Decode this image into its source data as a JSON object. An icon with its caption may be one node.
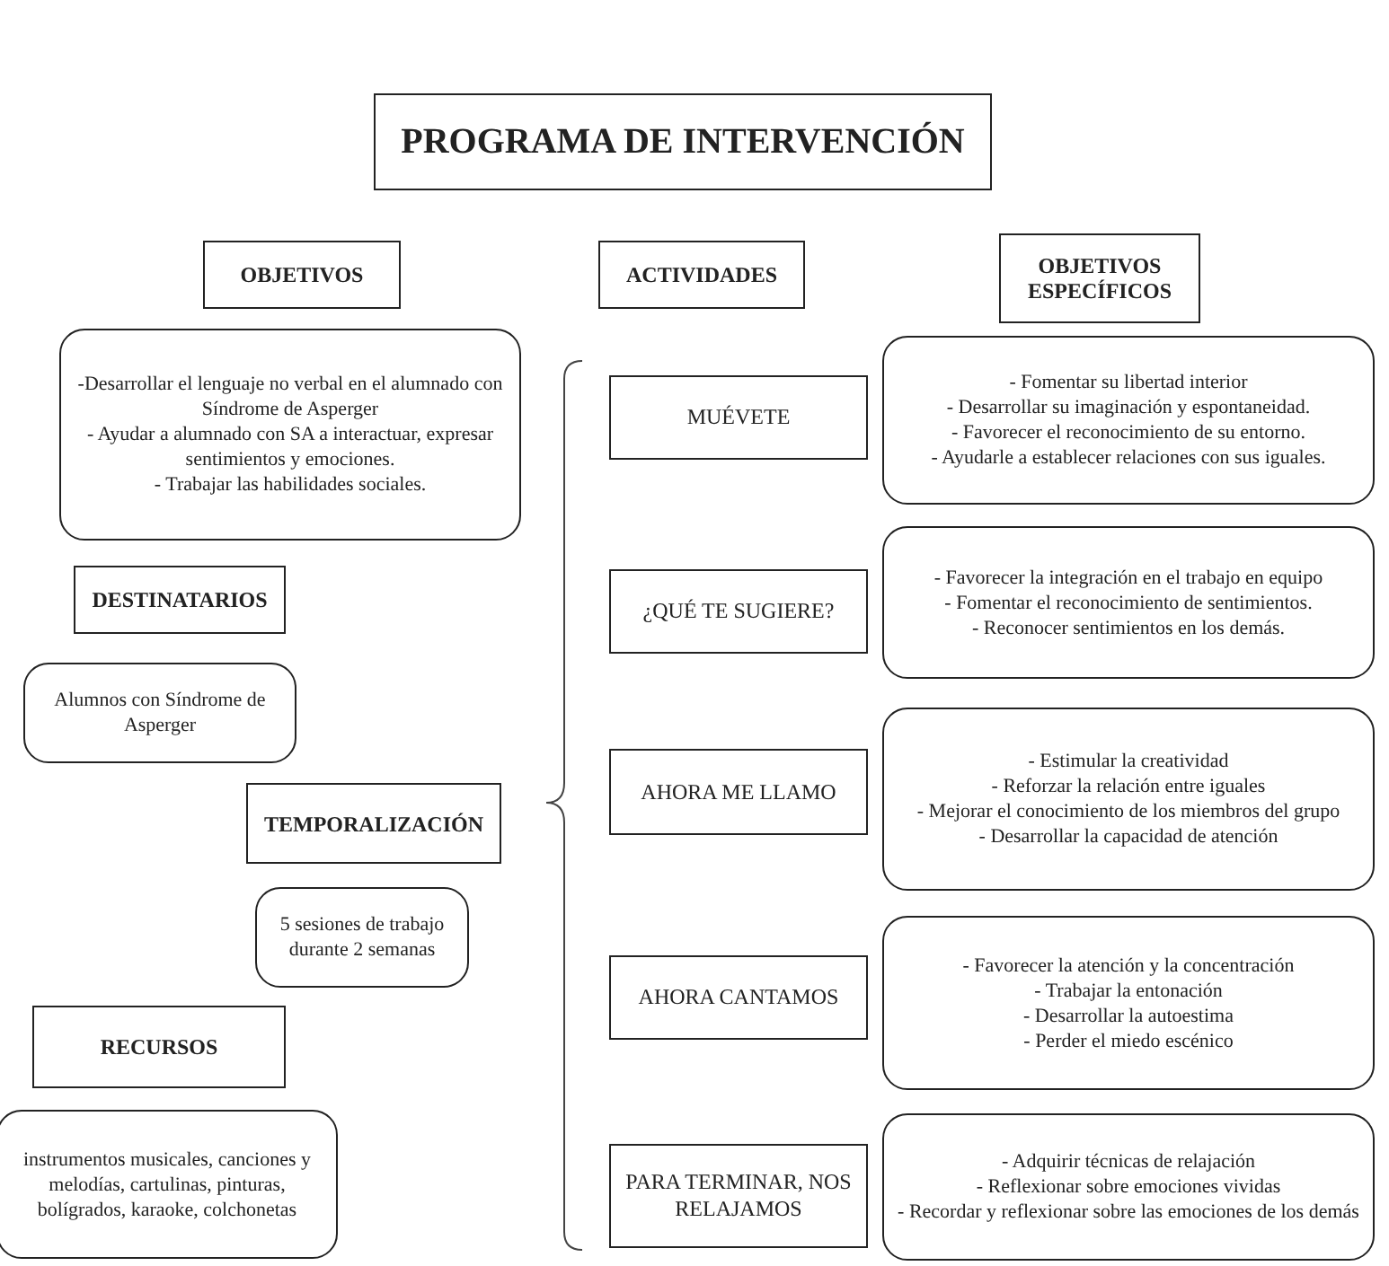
{
  "diagram": {
    "nodes": [
      {
        "text": [
          "PROGRAMA DE INTERVENCIÓN"
        ]
      },
      {
        "text": [
          "OBJETIVOS"
        ]
      },
      {
        "text": [
          "ACTIVIDADES"
        ]
      },
      {
        "text": [
          "OBJETIVOS ESPECÍFICOS"
        ]
      },
      {
        "text": [
          "-Desarrollar el lenguaje no verbal en el alumnado con Síndrome de Asperger",
          "- Ayudar a alumnado con SA a interactuar, expresar sentimientos y emociones.",
          "- Trabajar las habilidades sociales."
        ]
      },
      {
        "text": [
          "MUÉVETE"
        ]
      },
      {
        "text": [
          "- Fomentar su libertad interior",
          "- Desarrollar su imaginación y espontaneidad.",
          "- Favorecer el reconocimiento de su entorno.",
          "- Ayudarle a establecer relaciones con sus iguales."
        ]
      },
      {
        "text": [
          "DESTINATARIOS"
        ]
      },
      {
        "text": [
          "¿QUÉ TE SUGIERE?"
        ]
      },
      {
        "text": [
          "- Favorecer la integración en el trabajo en equipo",
          "- Fomentar el reconocimiento de sentimientos.",
          "- Reconocer sentimientos en los demás."
        ]
      },
      {
        "text": [
          "Alumnos con Síndrome de Asperger"
        ]
      },
      {
        "text": [
          "TEMPORALIZACIÓN"
        ]
      },
      {
        "text": [
          "AHORA ME LLAMO"
        ]
      },
      {
        "text": [
          "- Estimular la creatividad",
          "- Reforzar la relación entre iguales",
          "- Mejorar el conocimiento de los miembros del grupo",
          "- Desarrollar la capacidad de atención"
        ]
      },
      {
        "text": [
          "5 sesiones de trabajo durante 2 semanas"
        ]
      },
      {
        "text": [
          "AHORA CANTAMOS"
        ]
      },
      {
        "text": [
          "- Favorecer la atención y la concentración",
          "- Trabajar la entonación",
          "- Desarrollar la autoestima",
          "- Perder el miedo escénico"
        ]
      },
      {
        "text": [
          "RECURSOS"
        ]
      },
      {
        "text": [
          "instrumentos musicales, canciones y melodías, cartulinas, pinturas, bolígrados, karaoke, colchonetas"
        ]
      },
      {
        "text": [
          "PARA TERMINAR, NOS RELAJAMOS"
        ]
      },
      {
        "text": [
          "- Adquirir técnicas de relajación",
          "- Reflexionar sobre emociones vividas",
          "- Recordar y reflexionar sobre las emociones de los demás"
        ]
      }
    ]
  }
}
